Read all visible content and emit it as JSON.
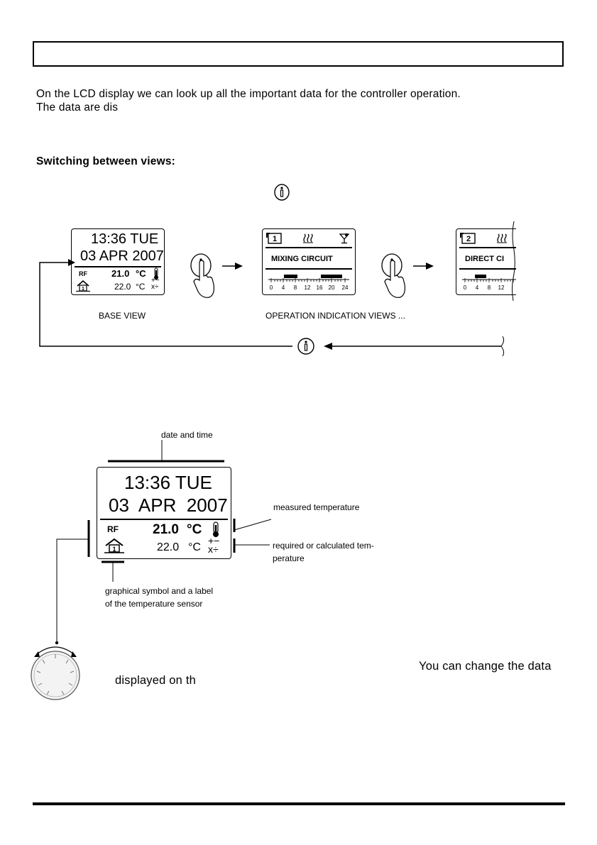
{
  "intro": {
    "line1": "On the LCD display we can look up all the important data for the controller operation.",
    "line2": "The data are dis"
  },
  "switching": {
    "title": "Switching between views:"
  },
  "top_lcd_base": {
    "time": "13:36 TUE",
    "date": "03 APR 2007",
    "sensor_label": "RF",
    "measured": "21.0",
    "required": "22.0",
    "unit": "°C",
    "sensor_number": "1"
  },
  "top_lcd_mixing": {
    "circuit_number": "1",
    "title": "MIXING CIRCUIT",
    "scale": [
      "0",
      "4",
      "8",
      "12",
      "16",
      "20",
      "24"
    ]
  },
  "top_lcd_direct": {
    "circuit_number": "2",
    "title": "DIRECT CI",
    "scale": [
      "0",
      "4",
      "8",
      "12"
    ]
  },
  "captions": {
    "base_view": "BASE VIEW",
    "operation_views": "OPERATION INDICATION VIEWS ..."
  },
  "detail": {
    "date_and_time": "date and time",
    "measured_temperature": "measured temperature",
    "required_line1": "required or calculated tem-",
    "required_line2": "perature",
    "symbol_line1": "graphical symbol and a label",
    "symbol_line2": "of the temperature sensor",
    "lcd": {
      "time": "13:36 TUE",
      "date": "03  APR  2007",
      "sensor_label": "RF",
      "measured": "21.0",
      "required": "22.0",
      "unit": "°C",
      "sensor_number": "1"
    }
  },
  "knob_text": {
    "right": "You can change the data",
    "left": "displayed on th"
  },
  "icons": [
    "info-button-icon",
    "finger-press-icon",
    "arrow-right-icon",
    "arrow-left-icon",
    "thermometer-icon",
    "plus-minus-times-divide-icon",
    "house-icon",
    "heating-icon",
    "cocktail-icon",
    "rotary-knob-icon"
  ]
}
